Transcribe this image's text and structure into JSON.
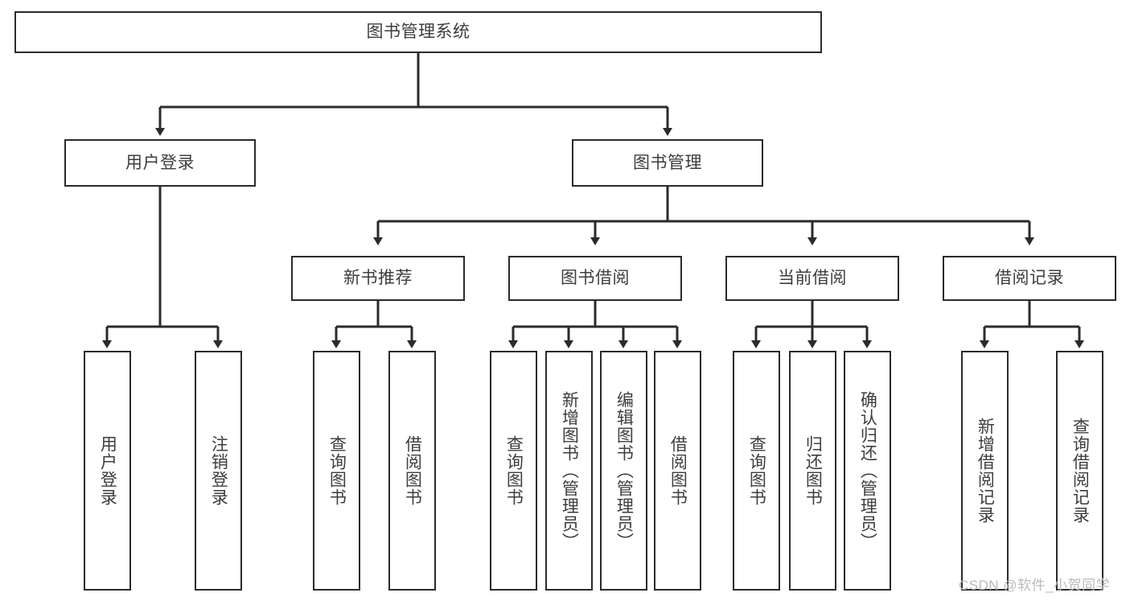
{
  "diagram": {
    "title": "图书管理系统",
    "type": "tree-hierarchy-chart",
    "colors": {
      "box_border": "#2b2b2b",
      "box_fill": "#ffffff",
      "edge": "#2b2b2b",
      "text": "#3d3d3d",
      "watermark": "#b9b9b9",
      "background": "#ffffff"
    },
    "root": {
      "label": "图书管理系统"
    },
    "level1": [
      {
        "label": "用户登录"
      },
      {
        "label": "图书管理"
      }
    ],
    "level2": [
      {
        "label": "新书推荐"
      },
      {
        "label": "图书借阅"
      },
      {
        "label": "当前借阅"
      },
      {
        "label": "借阅记录"
      }
    ],
    "leaves": {
      "user_login": [
        {
          "label": "用户登录"
        },
        {
          "label": "注销登录"
        }
      ],
      "new_book_recommend": [
        {
          "label": "查询图书"
        },
        {
          "label": "借阅图书"
        }
      ],
      "book_borrow": [
        {
          "label": "查询图书"
        },
        {
          "label": "新增图书（管理员）"
        },
        {
          "label": "编辑图书（管理员）"
        },
        {
          "label": "借阅图书"
        }
      ],
      "current_borrow": [
        {
          "label": "查询图书"
        },
        {
          "label": "归还图书"
        },
        {
          "label": "确认归还（管理员）"
        }
      ],
      "borrow_record": [
        {
          "label": "新增借阅记录"
        },
        {
          "label": "查询借阅记录"
        }
      ]
    }
  },
  "watermark": {
    "text": "CSDN @软件_小贺同学"
  }
}
